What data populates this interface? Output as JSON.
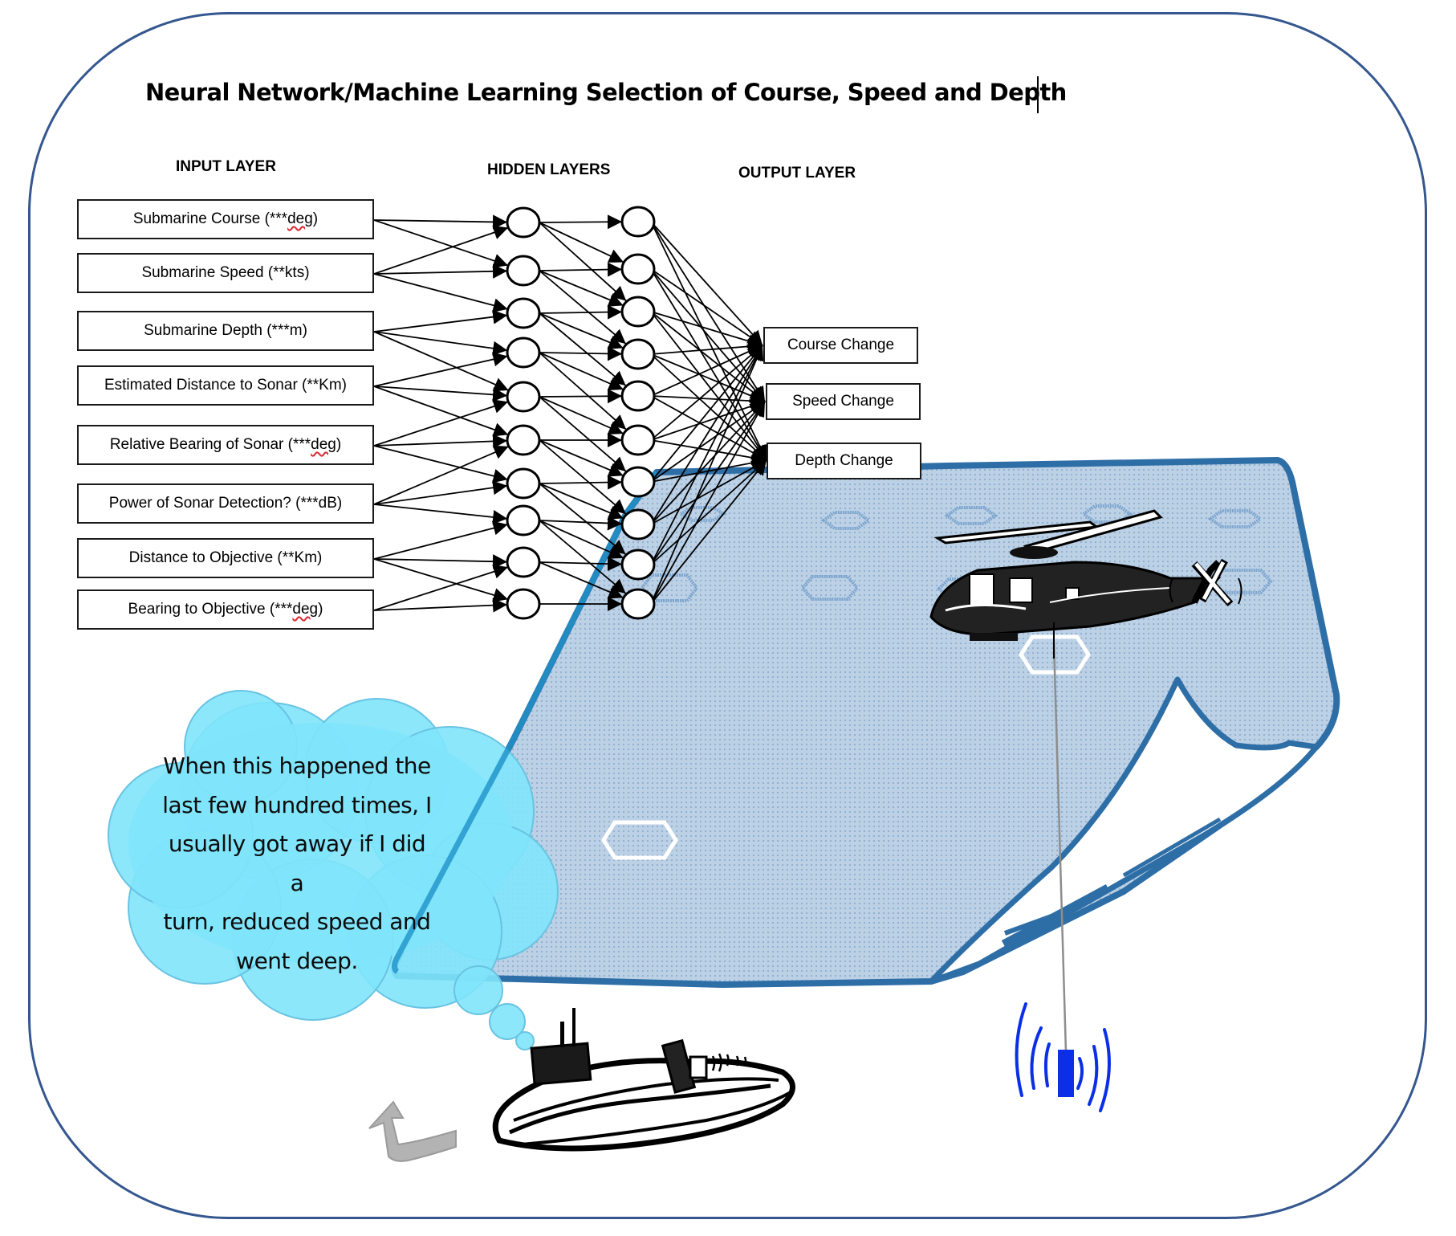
{
  "title": "Neural Network/Machine Learning Selection of Course, Speed and Depth",
  "layers": {
    "input_heading": "INPUT LAYER",
    "hidden_heading": "HIDDEN LAYERS",
    "output_heading": "OUTPUT LAYER"
  },
  "inputs": [
    {
      "label": "Submarine Course (*** ",
      "flagged": "deg",
      "suffix": ")"
    },
    {
      "label": "Submarine Speed (**kts)",
      "flagged": "",
      "suffix": ""
    },
    {
      "label": "Submarine Depth (***m)",
      "flagged": "",
      "suffix": ""
    },
    {
      "label": "Estimated Distance to Sonar (**Km)",
      "flagged": "",
      "suffix": ""
    },
    {
      "label": "Relative Bearing of Sonar (***",
      "flagged": "deg",
      "suffix": ")"
    },
    {
      "label": "Power of Sonar Detection? (***dB)",
      "flagged": "",
      "suffix": ""
    },
    {
      "label": "Distance to Objective (**Km)",
      "flagged": "",
      "suffix": ""
    },
    {
      "label": "Bearing to Objective (***",
      "flagged": "deg",
      "suffix": ")"
    }
  ],
  "hidden_layer_node_counts": [
    10,
    10
  ],
  "outputs": [
    "Course Change",
    "Speed Change",
    "Depth Change"
  ],
  "thought_bubble": {
    "lines": [
      "When this happened the",
      "last few hundred times, I",
      "usually got away if I did a",
      "turn, reduced speed and",
      "went deep."
    ]
  },
  "illustration": {
    "sea_surface": "sea-sheet",
    "aircraft": "helicopter",
    "sensor": "dipping-sonar",
    "vessel": "submarine",
    "maneuver": "turn-arrow"
  },
  "colors": {
    "frame": "#35578f",
    "sea_fill": "#b9cfe5",
    "sea_edge": "#2e6ea6",
    "cloud": "#7fe4fb",
    "cloud_edge": "#6cc4e2",
    "sonar": "#0a2fe6",
    "arrow": "#b3b3b3"
  }
}
